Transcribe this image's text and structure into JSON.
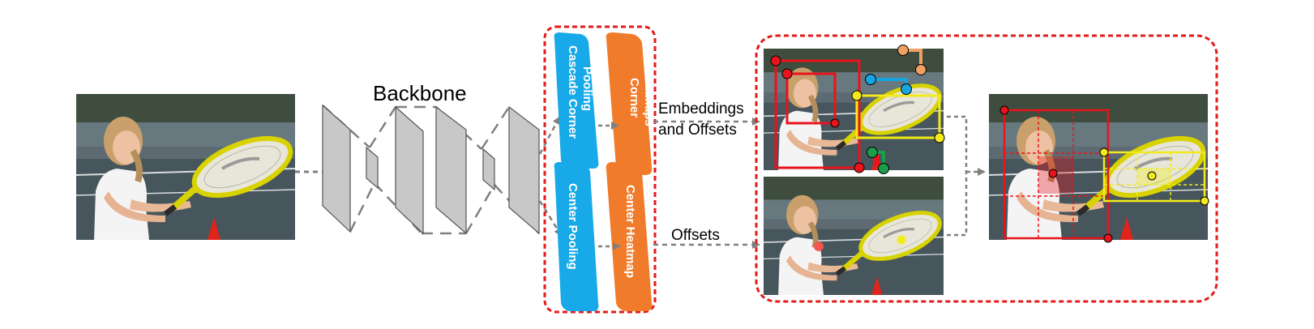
{
  "backbone": {
    "label": "Backbone"
  },
  "heads": {
    "cascade_corner_pooling": {
      "line1": "Cascade Corner",
      "line2": "Pooling"
    },
    "corner_heatmaps": {
      "line1": "Corner",
      "line2": "Heatmaps"
    },
    "center_pooling": {
      "line1": "Center Pooling"
    },
    "center_heatmap": {
      "line1": "Center Heatmap"
    }
  },
  "arrows": {
    "embeddings": {
      "line1": "Embeddings",
      "line2": "and Offsets"
    },
    "offsets": {
      "label": "Offsets"
    }
  },
  "colors": {
    "cyan_head": "#17a9e8",
    "orange_head": "#f07b2a",
    "dashed_box": "#e31b1b",
    "arrow": "#808080",
    "box_red": "#e8141b",
    "box_yellow": "#f2ea1d",
    "slab": "#c8c8c8"
  }
}
